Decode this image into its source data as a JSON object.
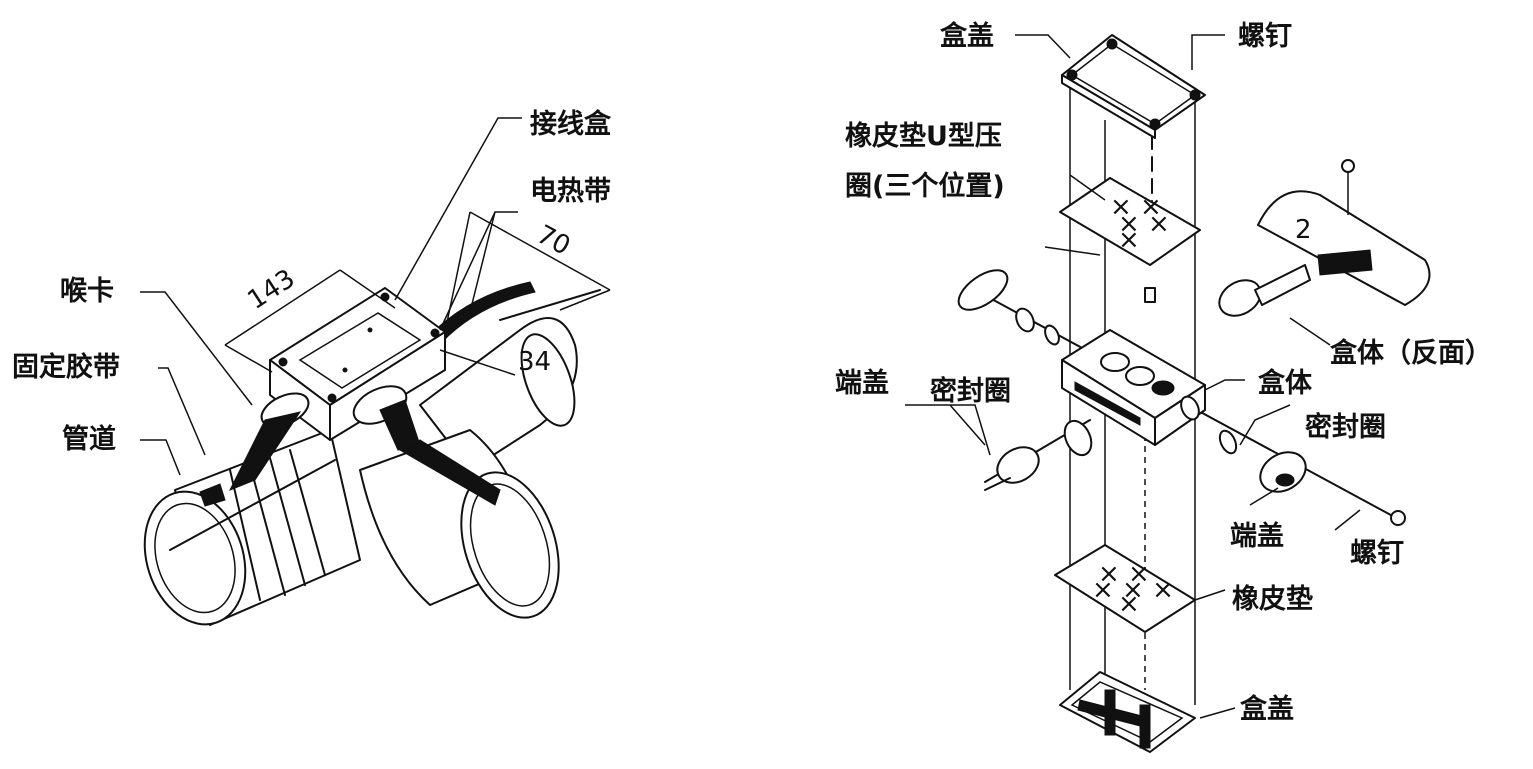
{
  "left_figure": {
    "labels": {
      "junction_box": "接线盒",
      "heating_tape": "电热带",
      "clamp": "喉卡",
      "fixing_tape": "固定胶带",
      "pipe": "管道"
    },
    "dimensions": {
      "length": "143",
      "width": "70",
      "height": "34"
    }
  },
  "right_figure": {
    "labels": {
      "box_cover_top": "盒盖",
      "screw_top": "螺钉",
      "rubber_pad_u_clamp_line1": "橡皮垫U型压",
      "rubber_pad_u_clamp_line2": "圈(三个位置)",
      "box_body_back": "盒体（反面）",
      "end_cap_left": "端盖",
      "seal_ring_left": "密封圈",
      "box_body": "盒体",
      "seal_ring_right": "密封圈",
      "end_cap_right": "端盖",
      "screw_bottom": "螺钉",
      "rubber_pad": "橡皮垫",
      "box_cover_bottom": "盒盖"
    }
  }
}
